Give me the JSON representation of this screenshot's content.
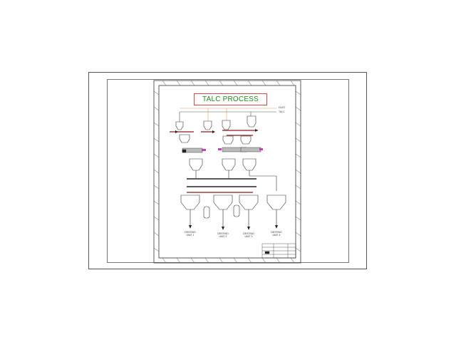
{
  "diagram": {
    "title": "TALC PROCESS",
    "feed_lines": [
      "DUST",
      "TALC"
    ],
    "destinations": [
      "DESTINO UNIT 1",
      "DESTINO UNIT 2",
      "DESTINO UNIT 3",
      "DESTINO UNIT 4"
    ]
  },
  "colors": {
    "title_text": "#1f8a1f",
    "title_border": "#d04a4a",
    "process_line": "#8b1a1a",
    "accent_magenta": "#c040c0",
    "feed_line_orange": "#e0a060"
  }
}
